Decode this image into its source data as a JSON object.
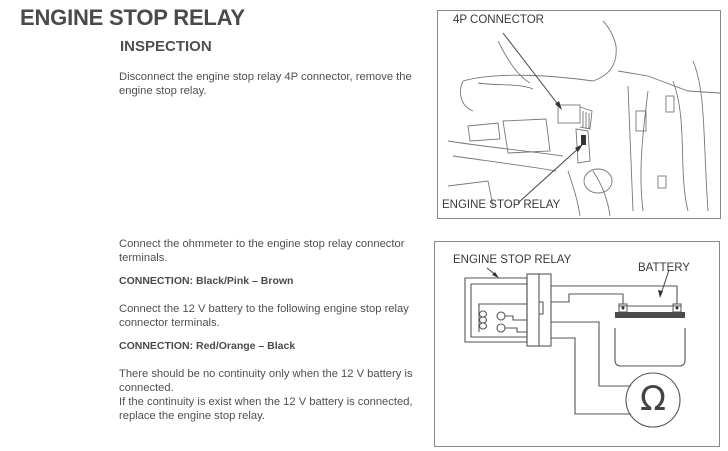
{
  "page": {
    "title": "ENGINE STOP RELAY",
    "section": "INSPECTION"
  },
  "body": {
    "p1": "Disconnect the engine stop relay 4P connector, remove the engine stop relay.",
    "p2": "Connect the ohmmeter to the engine stop relay connector terminals.",
    "connection1": "CONNECTION: Black/Pink – Brown",
    "p3": "Connect the 12 V battery to the following engine stop relay connector terminals.",
    "connection2": "CONNECTION: Red/Orange – Black",
    "p4": "There should be no continuity only when the 12 V battery is connected.",
    "p5": "If the continuity is exist when the 12 V battery is connected, replace the engine stop relay."
  },
  "figure1": {
    "label_connector": "4P CONNECTOR",
    "label_relay": "ENGINE STOP RELAY"
  },
  "figure2": {
    "label_relay": "ENGINE STOP RELAY",
    "label_battery": "BATTERY",
    "ohm_symbol": "Ω",
    "icon": "ohmmeter-icon"
  }
}
